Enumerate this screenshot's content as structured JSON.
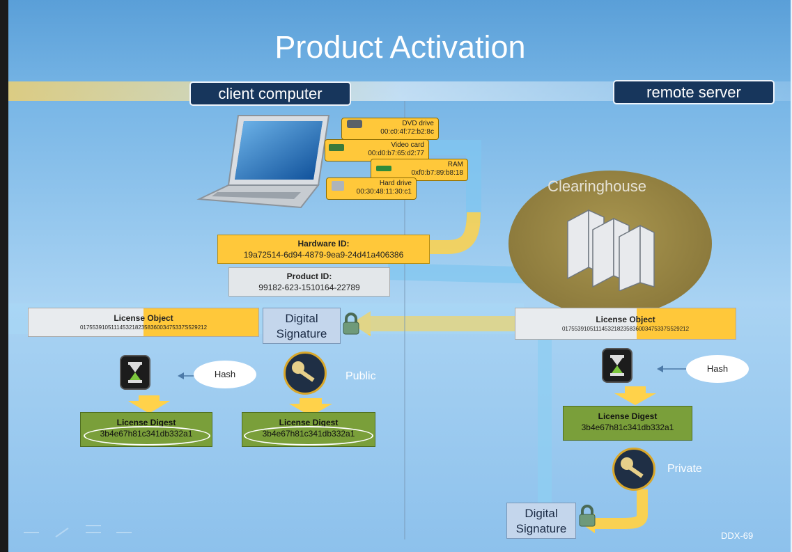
{
  "slide": {
    "title": "Product Activation",
    "client_label": "client computer",
    "server_label": "remote server",
    "slide_number": "DDX-69"
  },
  "hardware": {
    "dvd": {
      "name": "DVD drive",
      "id": "00:c0:4f:72:b2:8c"
    },
    "video": {
      "name": "Video card",
      "id": "00:d0:b7:65:d2:77"
    },
    "ram": {
      "name": "RAM",
      "id": "0xf0:b7:89:b8:18"
    },
    "hdd": {
      "name": "Hard drive",
      "id": "00:30:48:11:30:c1"
    }
  },
  "hardware_id": {
    "label": "Hardware ID:",
    "value": "19a72514-6d94-4879-9ea9-24d41a406386"
  },
  "product_id": {
    "label": "Product ID:",
    "value": "99182-623-1510164-22789"
  },
  "clearinghouse": "Clearinghouse",
  "client": {
    "license_object": {
      "label": "License Object",
      "value": "0175539105111453218235836003475337S529212"
    },
    "signature": [
      "Digital",
      "Signature"
    ],
    "hash": "Hash",
    "public_label": "Public",
    "digest_left": {
      "label": "License Digest",
      "value": "3b4e67h81c341db332a1"
    },
    "digest_right": {
      "label": "License Digest",
      "value": "3b4e67h81c341db332a1"
    }
  },
  "server": {
    "license_object": {
      "label": "License Object",
      "value": "0175539105111453218235836003475337S529212"
    },
    "hash": "Hash",
    "digest": {
      "label": "License Digest",
      "value": "3b4e67h81c341db332a1"
    },
    "private_label": "Private",
    "signature": [
      "Digital",
      "Signature"
    ]
  },
  "colors": {
    "accent_yellow": "#ffc83a",
    "navy": "#17365c",
    "digest_green": "#7a9f3a",
    "flow_blue": "#7fc6f0"
  }
}
